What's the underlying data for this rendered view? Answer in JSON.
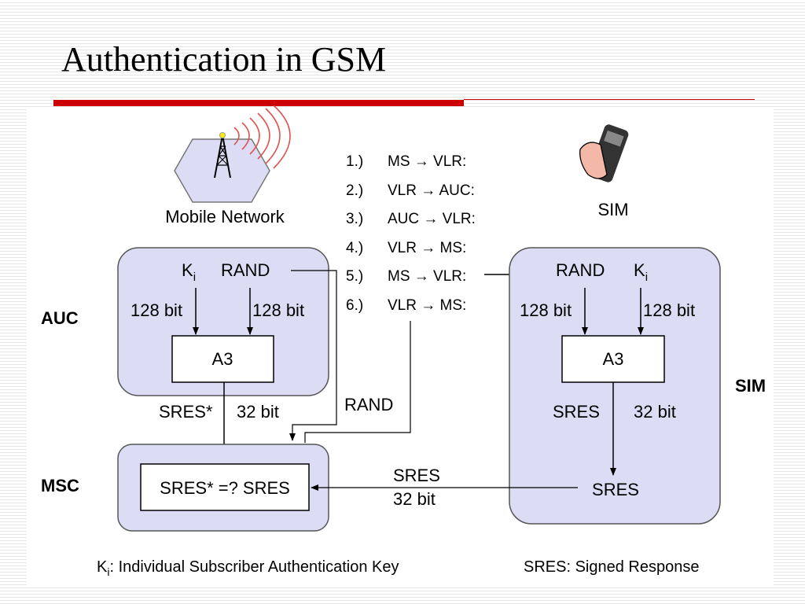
{
  "title": "Authentication in GSM",
  "network": {
    "label": "Mobile Network"
  },
  "sim_icon": {
    "label": "SIM"
  },
  "steps": [
    {
      "num": "1.)",
      "text": "MS → VLR:"
    },
    {
      "num": "2.)",
      "text": "VLR → AUC:"
    },
    {
      "num": "3.)",
      "text": "AUC → VLR:"
    },
    {
      "num": "4.)",
      "text": "VLR → MS:"
    },
    {
      "num": "5.)",
      "text": "MS → VLR:"
    },
    {
      "num": "6.)",
      "text": "VLR → MS:"
    }
  ],
  "auc": {
    "side_label": "AUC",
    "ki": "K",
    "ki_sub": "i",
    "rand": "RAND",
    "ki_bits": "128 bit",
    "rand_bits": "128 bit",
    "algo": "A3",
    "sres_star": "SRES*",
    "sres_bits": "32 bit"
  },
  "rand_transfer": "RAND",
  "msc": {
    "side_label": "MSC",
    "compare": "SRES* =? SRES"
  },
  "sim": {
    "side_label": "SIM",
    "rand": "RAND",
    "ki": "K",
    "ki_sub": "i",
    "rand_bits": "128 bit",
    "ki_bits": "128 bit",
    "algo": "A3",
    "sres": "SRES",
    "sres_bits": "32 bit",
    "sres_out": "SRES"
  },
  "sres_transfer": {
    "line1": "SRES",
    "line2": "32 bit"
  },
  "legend": {
    "ki": "K",
    "ki_sub": "i",
    "ki_desc": ": Individual Subscriber Authentication Key",
    "sres": "SRES: Signed Response"
  },
  "colors": {
    "accent": "#cc0000",
    "box_fill": "#dcdcf4",
    "box_stroke": "#555555"
  }
}
